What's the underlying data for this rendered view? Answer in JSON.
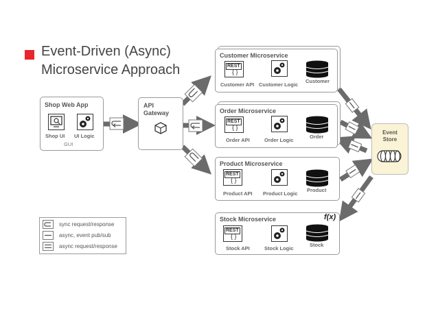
{
  "title": {
    "line1": "Event-Driven (Async)",
    "line2": "Microservice Approach"
  },
  "shop": {
    "title": "Shop Web App",
    "ui_label": "Shop UI",
    "logic_label": "UI Logic",
    "group_label": "GUI"
  },
  "gateway": {
    "title_line1": "API",
    "title_line2": "Gateway"
  },
  "customer": {
    "title": "Customer Microservice",
    "api_label": "Customer API",
    "logic_label": "Customer Logic",
    "db_label": "Customer",
    "rest": "REST"
  },
  "order": {
    "title": "Order Microservice",
    "api_label": "Order API",
    "logic_label": "Order Logic",
    "db_label": "Order",
    "rest": "REST"
  },
  "product": {
    "title": "Product Microservice",
    "api_label": "Product API",
    "logic_label": "Product Logic",
    "db_label": "Product",
    "rest": "REST"
  },
  "stock": {
    "title": "Stock Microservice",
    "api_label": "Stock API",
    "logic_label": "Stock Logic",
    "db_label": "Stock",
    "rest": "REST",
    "function_symbol": "f(x)"
  },
  "event_store": {
    "line1": "Event",
    "line2": "Store"
  },
  "legend": [
    {
      "label": "sync request/response",
      "icon": "sync-icon"
    },
    {
      "label": "async, event pub/sub",
      "icon": "async-pubsub-icon"
    },
    {
      "label": "async request/response",
      "icon": "async-reqresp-icon"
    }
  ],
  "colors": {
    "accent": "#e8262c",
    "arrow": "#6b6b6b",
    "event_store_fill": "#fbf3d6",
    "border": "#999999"
  }
}
